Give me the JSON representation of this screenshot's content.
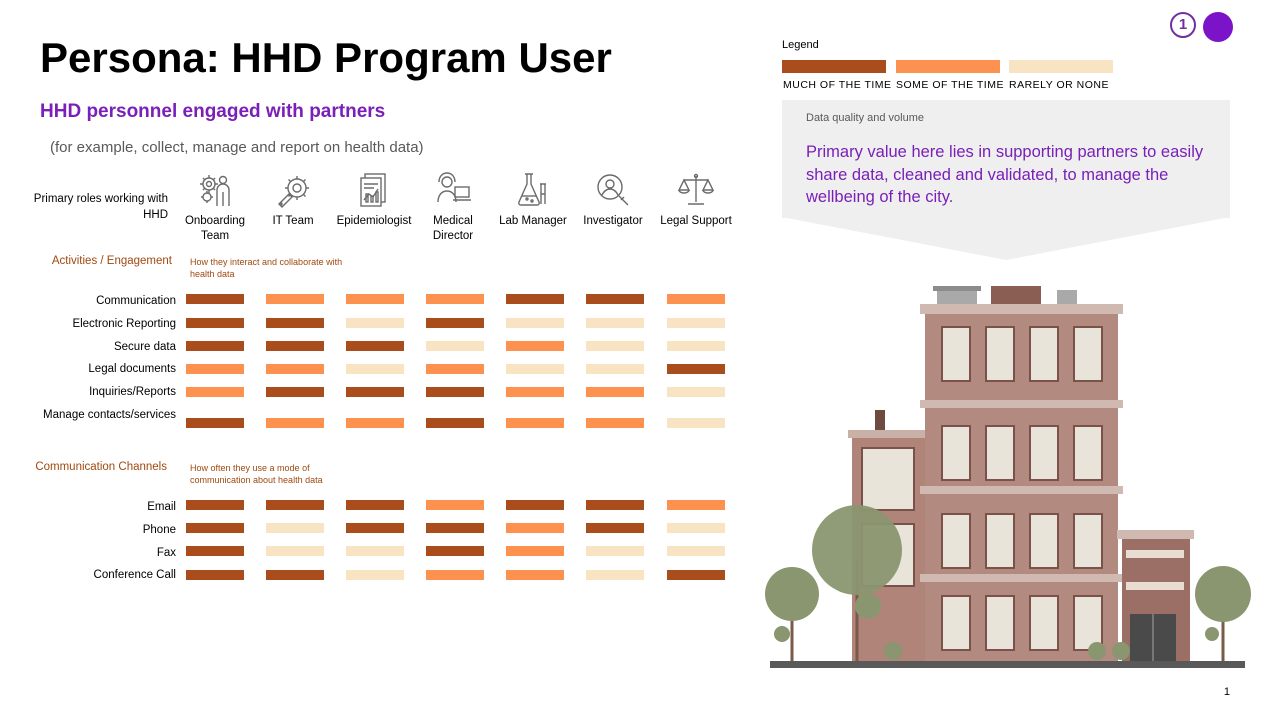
{
  "title": "Persona: HHD Program User",
  "subtitle": "HHD personnel engaged with partners",
  "note": "(for example, collect, manage and report on health data)",
  "page_number": "1",
  "badge": "1",
  "colors": {
    "much": "#a94d1c",
    "some": "#fd9250",
    "rarely": "#f8e3c3",
    "accent": "#7a1fb8",
    "section": "#a0490f"
  },
  "legend": {
    "title": "Legend",
    "items": [
      {
        "label": "MUCH OF THE TIME",
        "level": "much"
      },
      {
        "label": "SOME OF THE TIME",
        "level": "some"
      },
      {
        "label": "RARELY OR NONE",
        "level": "rarely"
      }
    ]
  },
  "callout": {
    "heading": "Data quality and volume",
    "text": "Primary value here lies in supporting partners to easily share data, cleaned and validated, to manage the wellbeing of the city."
  },
  "roles_label": "Primary roles working with HHD",
  "roles": [
    {
      "label": "Onboarding Team",
      "icon": "onboarding-gears-person-icon"
    },
    {
      "label": "IT Team",
      "icon": "wrench-gear-icon"
    },
    {
      "label": "Epidemiologist",
      "icon": "report-chart-icon"
    },
    {
      "label": "Medical Director",
      "icon": "doctor-laptop-icon"
    },
    {
      "label": "Lab Manager",
      "icon": "lab-flask-icon"
    },
    {
      "label": "Investigator",
      "icon": "magnifier-person-icon"
    },
    {
      "label": "Legal Support",
      "icon": "scales-icon"
    }
  ],
  "activities": {
    "label": "Activities / Engagement",
    "description": "How they interact and collaborate with health data",
    "rows": [
      {
        "label": "Communication",
        "levels": [
          "much",
          "some",
          "some",
          "some",
          "much",
          "much",
          "some"
        ]
      },
      {
        "label": "Electronic Reporting",
        "levels": [
          "much",
          "much",
          "rarely",
          "much",
          "rarely",
          "rarely",
          "rarely"
        ]
      },
      {
        "label": "Secure data",
        "levels": [
          "much",
          "much",
          "much",
          "rarely",
          "some",
          "rarely",
          "rarely"
        ]
      },
      {
        "label": "Legal documents",
        "levels": [
          "some",
          "some",
          "rarely",
          "some",
          "rarely",
          "rarely",
          "much"
        ]
      },
      {
        "label": "Inquiries/Reports",
        "levels": [
          "some",
          "much",
          "much",
          "much",
          "some",
          "some",
          "rarely"
        ]
      },
      {
        "label": "Manage contacts/services",
        "levels": [
          "much",
          "some",
          "some",
          "much",
          "some",
          "some",
          "rarely"
        ]
      }
    ]
  },
  "channels": {
    "label": "Communication Channels",
    "description": "How often they use a mode of communication about health data",
    "rows": [
      {
        "label": "Email",
        "levels": [
          "much",
          "much",
          "much",
          "some",
          "much",
          "much",
          "some"
        ]
      },
      {
        "label": "Phone",
        "levels": [
          "much",
          "rarely",
          "much",
          "much",
          "some",
          "much",
          "rarely"
        ]
      },
      {
        "label": "Fax",
        "levels": [
          "much",
          "rarely",
          "rarely",
          "much",
          "some",
          "rarely",
          "rarely"
        ]
      },
      {
        "label": "Conference Call",
        "levels": [
          "much",
          "much",
          "rarely",
          "some",
          "some",
          "rarely",
          "much"
        ]
      }
    ]
  }
}
